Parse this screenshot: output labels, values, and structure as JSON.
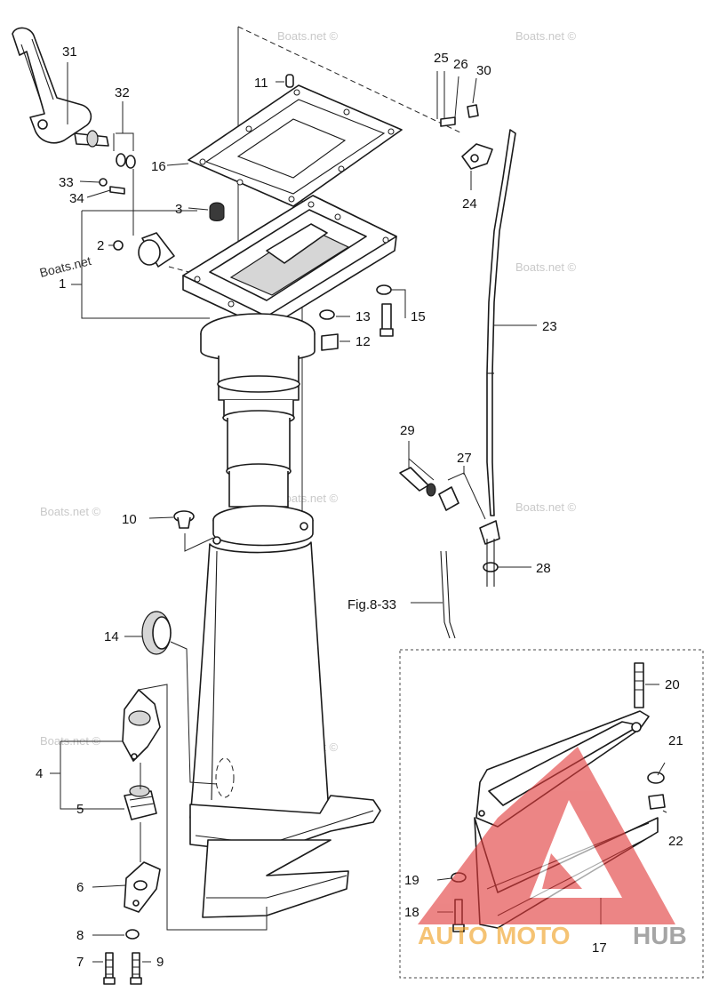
{
  "watermark": {
    "text": "Boats.net ©",
    "text_plain": "Boats.net"
  },
  "reference": {
    "label": "Fig.8-33"
  },
  "callouts": {
    "c1": "1",
    "c2": "2",
    "c3": "3",
    "c4": "4",
    "c5": "5",
    "c6": "6",
    "c7": "7",
    "c8": "8",
    "c9": "9",
    "c10": "10",
    "c11": "11",
    "c12": "12",
    "c13": "13",
    "c14": "14",
    "c15": "15",
    "c16": "16",
    "c17": "17",
    "c18": "18",
    "c19": "19",
    "c20": "20",
    "c21": "21",
    "c22": "22",
    "c23": "23",
    "c24": "24",
    "c25": "25",
    "c26": "26",
    "c27": "27",
    "c28": "28",
    "c29": "29",
    "c30": "30",
    "c31": "31",
    "c32": "32",
    "c33": "33",
    "c34": "34"
  },
  "logo": {
    "part1": "AUTO",
    "part2": "MOTO",
    "part3": "HUB"
  },
  "colors": {
    "logo_red": "#e23b3b",
    "logo_orange": "#f0a020",
    "logo_gray": "#6f6f6f"
  }
}
